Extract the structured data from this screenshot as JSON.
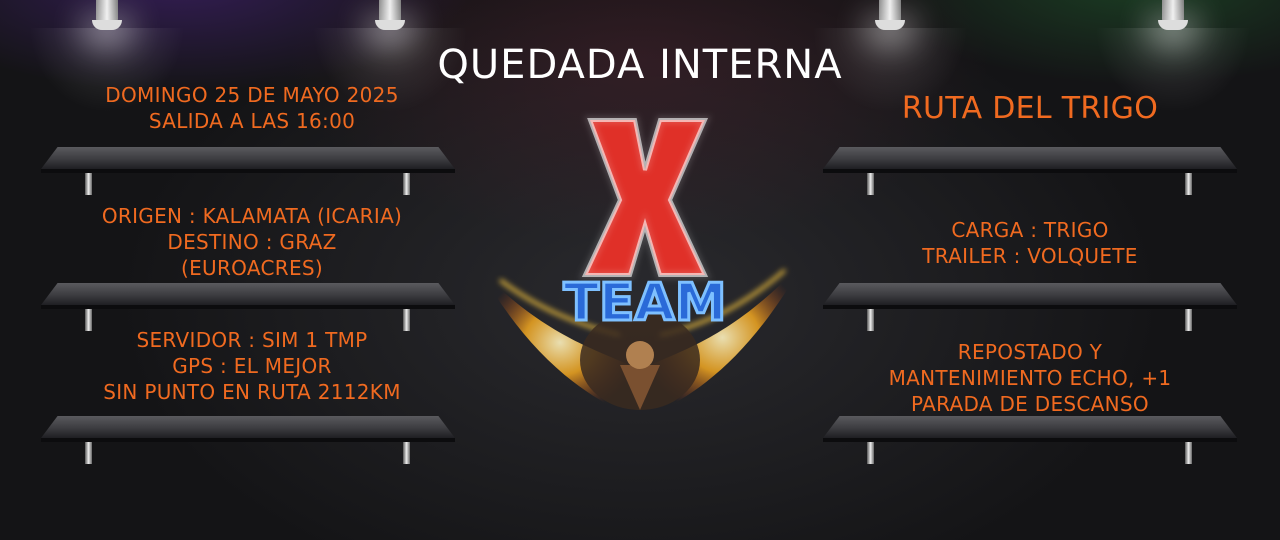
{
  "title": "QUEDADA INTERNA",
  "left_panels": [
    {
      "lines": [
        "DOMINGO 25 DE MAYO 2025",
        "SALIDA A LAS 16:00"
      ]
    },
    {
      "lines": [
        "ORIGEN : KALAMATA (ICARIA)",
        "DESTINO : GRAZ",
        "(EUROACRES)"
      ]
    },
    {
      "lines": [
        "SERVIDOR : SIM 1 TMP",
        "GPS : EL MEJOR",
        "SIN PUNTO EN RUTA 2112KM"
      ]
    }
  ],
  "right_panels": [
    {
      "lines": [
        "RUTA DEL TRIGO"
      ]
    },
    {
      "lines": [
        "CARGA : TRIGO",
        "TRAILER : VOLQUETE"
      ]
    },
    {
      "lines": [
        "REPOSTADO Y",
        "MANTENIMIENTO ECHO, +1",
        "PARADA DE DESCANSO"
      ]
    }
  ],
  "logo": {
    "letter": "X",
    "word": "TEAM"
  },
  "colors": {
    "text": "#f06a20",
    "title": "#ffffff",
    "logo_x": "#e03028",
    "logo_team": "#3a8cff",
    "fire": "#ffb020"
  },
  "icons": [
    "spotlight-icon",
    "eagle-icon"
  ]
}
